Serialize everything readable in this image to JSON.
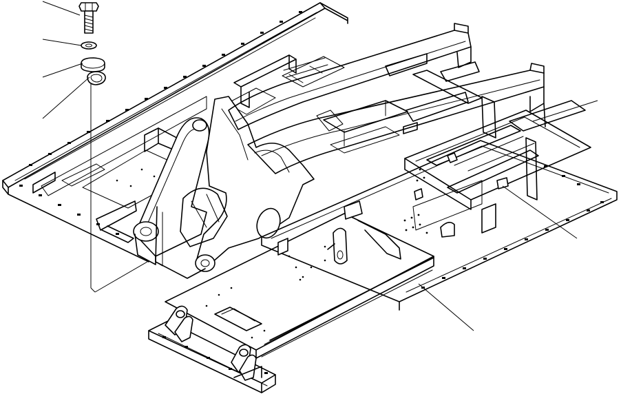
{
  "diagram": {
    "kind": "exploded parts illustration",
    "background_color": "#ffffff",
    "line_color": "#000000",
    "parts": [
      {
        "name": "bolt"
      },
      {
        "name": "washer"
      },
      {
        "name": "shim"
      },
      {
        "name": "shim-ring"
      },
      {
        "name": "revolving-frame"
      },
      {
        "name": "right-deck-plate"
      },
      {
        "name": "rear-frame"
      },
      {
        "name": "floor-plate"
      }
    ]
  }
}
